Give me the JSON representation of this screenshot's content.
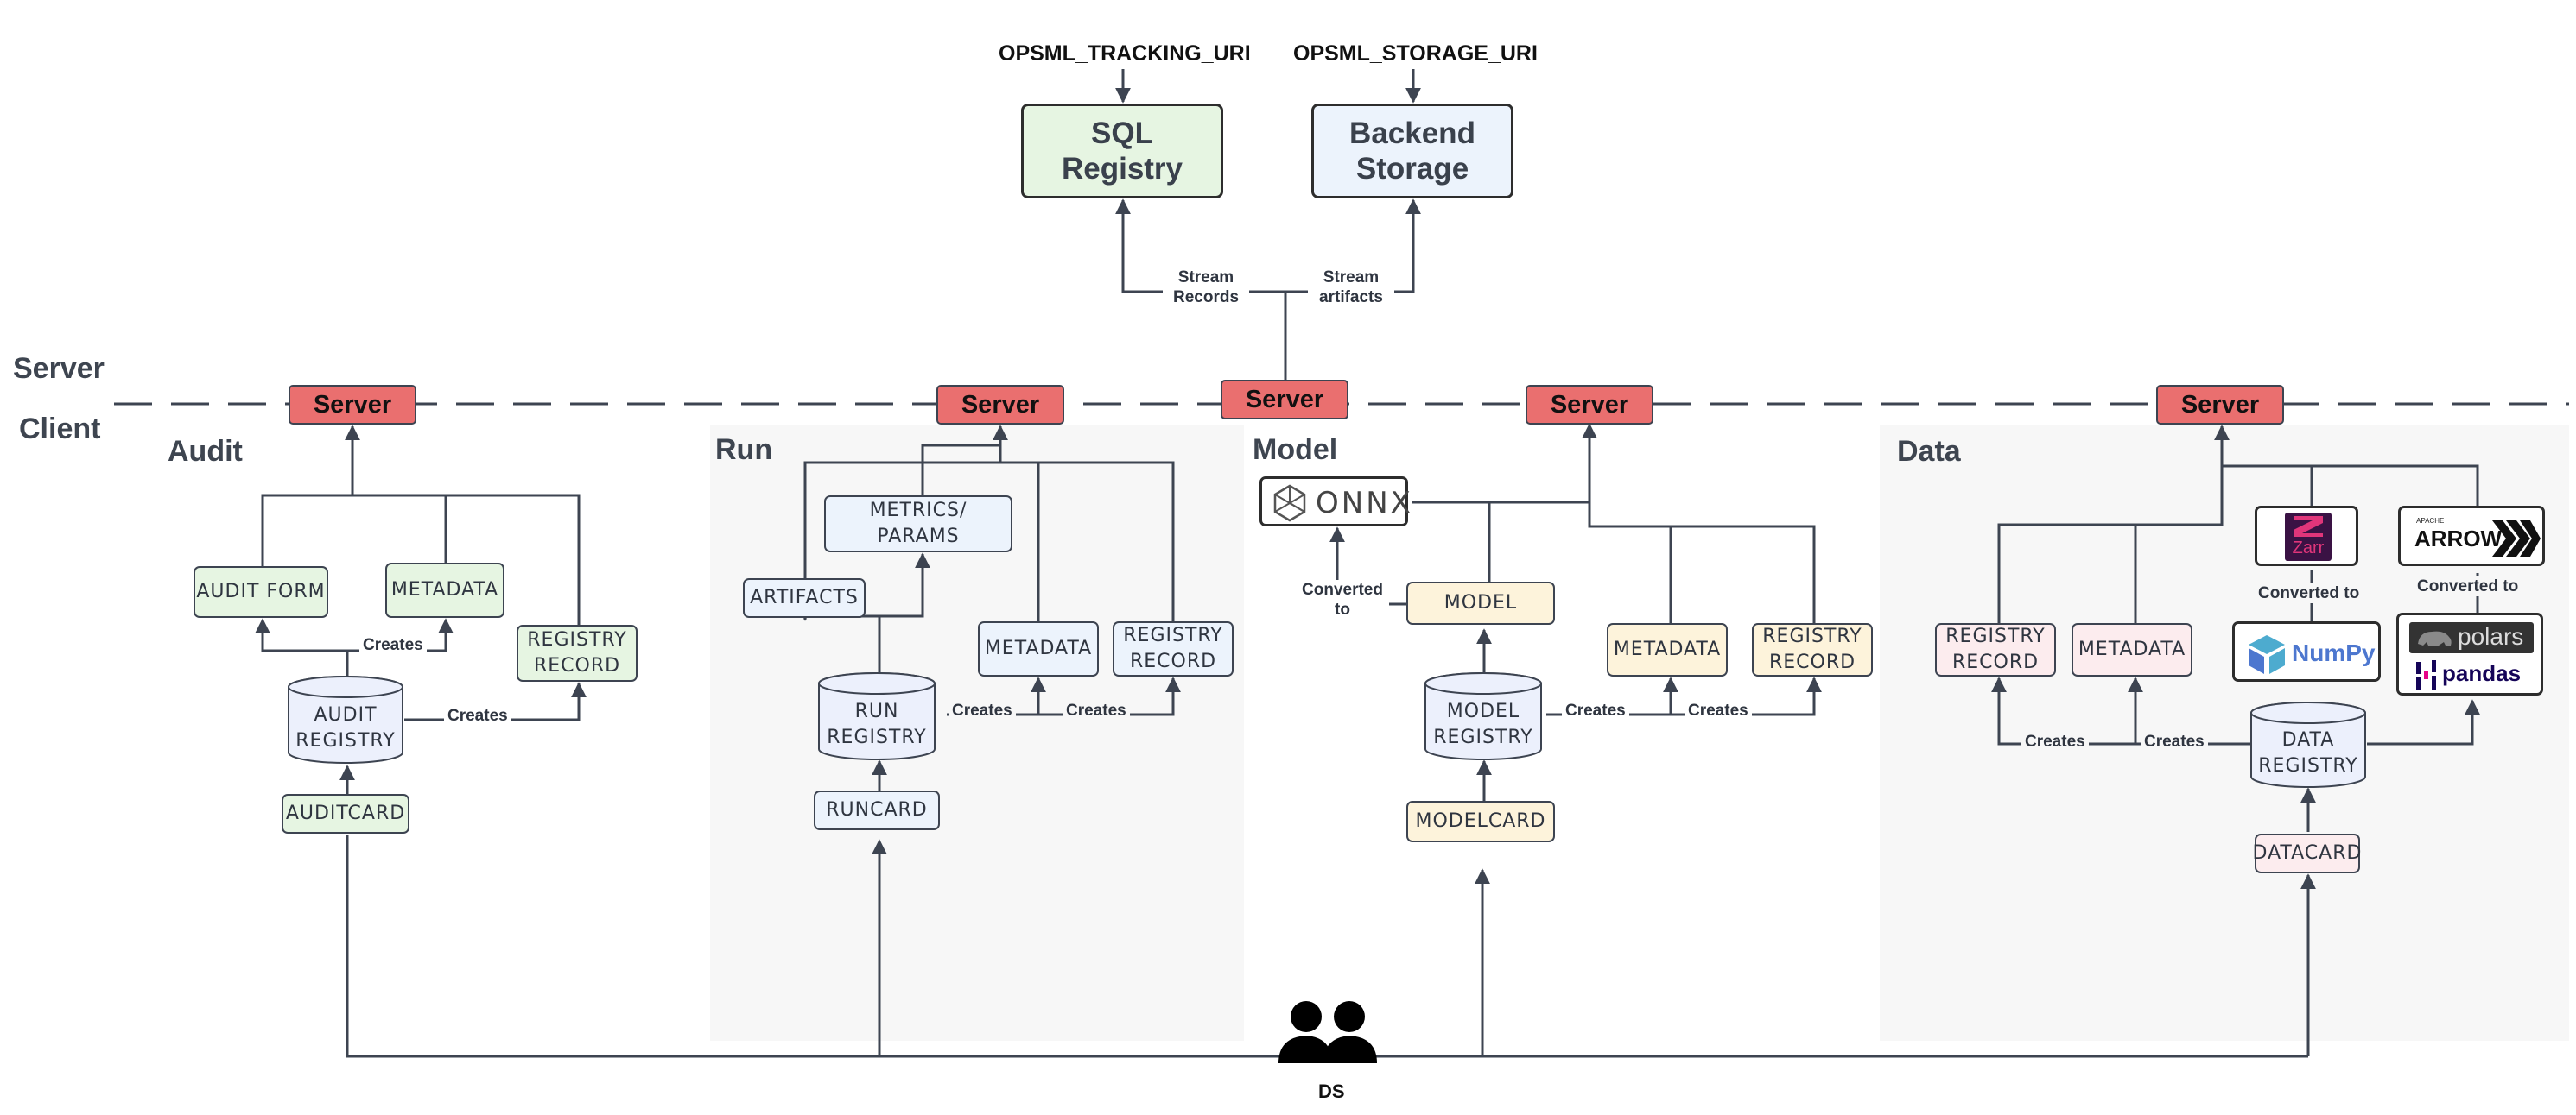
{
  "env_vars": {
    "tracking_uri": "OPSML_TRACKING_URI",
    "storage_uri": "OPSML_STORAGE_URI"
  },
  "backend": {
    "sql_registry": "SQL Registry",
    "backend_storage": "Backend Storage"
  },
  "edges": {
    "stream_records": "Stream Records",
    "stream_artifacts": "Stream artifacts",
    "creates": "Creates",
    "converted_to": "Converted to"
  },
  "lanes": {
    "server": "Server",
    "client": "Client"
  },
  "server_label": "Server",
  "sections": {
    "audit": {
      "title": "Audit",
      "audit_form": "AUDIT FORM",
      "metadata": "METADATA",
      "registry_record": "REGISTRY RECORD",
      "registry": "AUDIT REGISTRY",
      "card": "AUDITCARD"
    },
    "run": {
      "title": "Run",
      "metrics_params": "METRICS/ PARAMS",
      "artifacts": "ARTIFACTS",
      "metadata": "METADATA",
      "registry_record": "REGISTRY RECORD",
      "registry": "RUN REGISTRY",
      "card": "RUNCARD"
    },
    "model": {
      "title": "Model",
      "onnx": "ONNX",
      "model": "MODEL",
      "metadata": "METADATA",
      "registry_record": "REGISTRY RECORD",
      "registry": "MODEL REGISTRY",
      "card": "MODELCARD"
    },
    "data": {
      "title": "Data",
      "registry_record": "REGISTRY RECORD",
      "metadata": "METADATA",
      "zarr": "Zarr",
      "arrow_small": "APACHE",
      "arrow": "ARROW",
      "numpy": "NumPy",
      "polars": "polars",
      "pandas": "pandas",
      "registry": "DATA REGISTRY",
      "card": "DATACARD"
    }
  },
  "user": {
    "label": "DS",
    "icon": "users-icon"
  },
  "colors": {
    "server": "#ea6f6f",
    "audit": "#e6f5e2",
    "run": "#ecf3fc",
    "model": "#fdf3db",
    "data": "#fcecee",
    "sql_registry": "#e6f5e2",
    "backend_storage": "#ecf3fc",
    "panel": "#f7f7f7",
    "line": "#3d4451"
  }
}
